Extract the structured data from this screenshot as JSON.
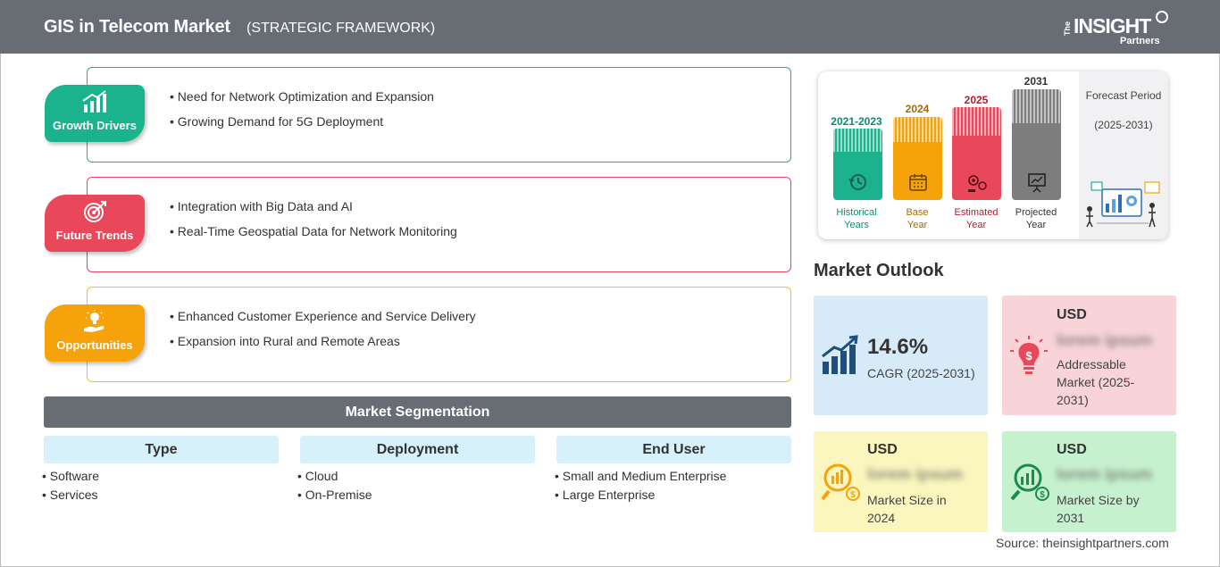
{
  "header": {
    "title": "GIS in Telecom Market",
    "subtitle": "(STRATEGIC FRAMEWORK)",
    "logo": {
      "the": "The",
      "main": "INSIGHT",
      "partners": "Partners"
    }
  },
  "framework": [
    {
      "label": "Growth Drivers",
      "color": "#1bb38e",
      "icon": "growth-chart-icon",
      "points": [
        "Need for Network Optimization and Expansion",
        "Growing Demand for 5G Deployment"
      ]
    },
    {
      "label": "Future Trends",
      "color": "#e8485a",
      "icon": "target-icon",
      "points": [
        "Integration with Big Data and AI",
        "Real-Time Geospatial Data for Network Monitoring"
      ]
    },
    {
      "label": "Opportunities",
      "color": "#f5a20b",
      "icon": "lightbulb-hand-icon",
      "points": [
        "Enhanced Customer Experience and Service Delivery",
        "Expansion into Rural and Remote Areas"
      ]
    }
  ],
  "segmentation": {
    "title": "Market Segmentation",
    "columns": [
      {
        "heading": "Type",
        "items": [
          "Software",
          "Services"
        ]
      },
      {
        "heading": "Deployment",
        "items": [
          "Cloud",
          "On-Premise"
        ]
      },
      {
        "heading": "End User",
        "items": [
          "Small and Medium Enterprise",
          "Large Enterprise"
        ]
      }
    ]
  },
  "timeline": {
    "bars": [
      {
        "year": "2021-2023",
        "label_line1": "Historical",
        "label_line2": "Years",
        "color": "#1bb38e",
        "text_color": "#0f8a6c",
        "icon": "history-icon"
      },
      {
        "year": "2024",
        "label_line1": "Base",
        "label_line2": "Year",
        "color": "#f5a20b",
        "text_color": "#a86a00",
        "icon": "calendar-icon"
      },
      {
        "year": "2025",
        "label_line1": "Estimated",
        "label_line2": "Year",
        "color": "#e8485a",
        "text_color": "#b21e31",
        "icon": "estimate-gears-icon"
      },
      {
        "year": "2031",
        "label_line1": "Projected",
        "label_line2": "Year",
        "color": "#7d7d7d",
        "text_color": "#333333",
        "icon": "presentation-icon"
      }
    ],
    "forecast_title": "Forecast Period",
    "forecast_range": "(2025-2031)"
  },
  "outlook": {
    "title": "Market Outlook",
    "cards": [
      {
        "kind": "cagr",
        "big": "14.6%",
        "text": "CAGR (2025-2031)",
        "bg": "#d6eaf8",
        "icon": "growth-bars-icon"
      },
      {
        "kind": "usd",
        "usd": "USD",
        "value": "lorem ipsum",
        "text": "Addressable Market (2025-2031)",
        "bg": "#f8d3d8",
        "icon": "lightbulb-dollar-icon"
      },
      {
        "kind": "usd",
        "usd": "USD",
        "value": "lorem ipsum",
        "text": "Market Size in 2024",
        "bg": "#fbf6bd",
        "icon": "magnifier-chart-icon"
      },
      {
        "kind": "usd",
        "usd": "USD",
        "value": "lorem ipsum",
        "text": "Market Size by 2031",
        "bg": "#c6f1cf",
        "icon": "magnifier-growth-icon"
      }
    ]
  },
  "source": "Source: theinsightpartners.com"
}
